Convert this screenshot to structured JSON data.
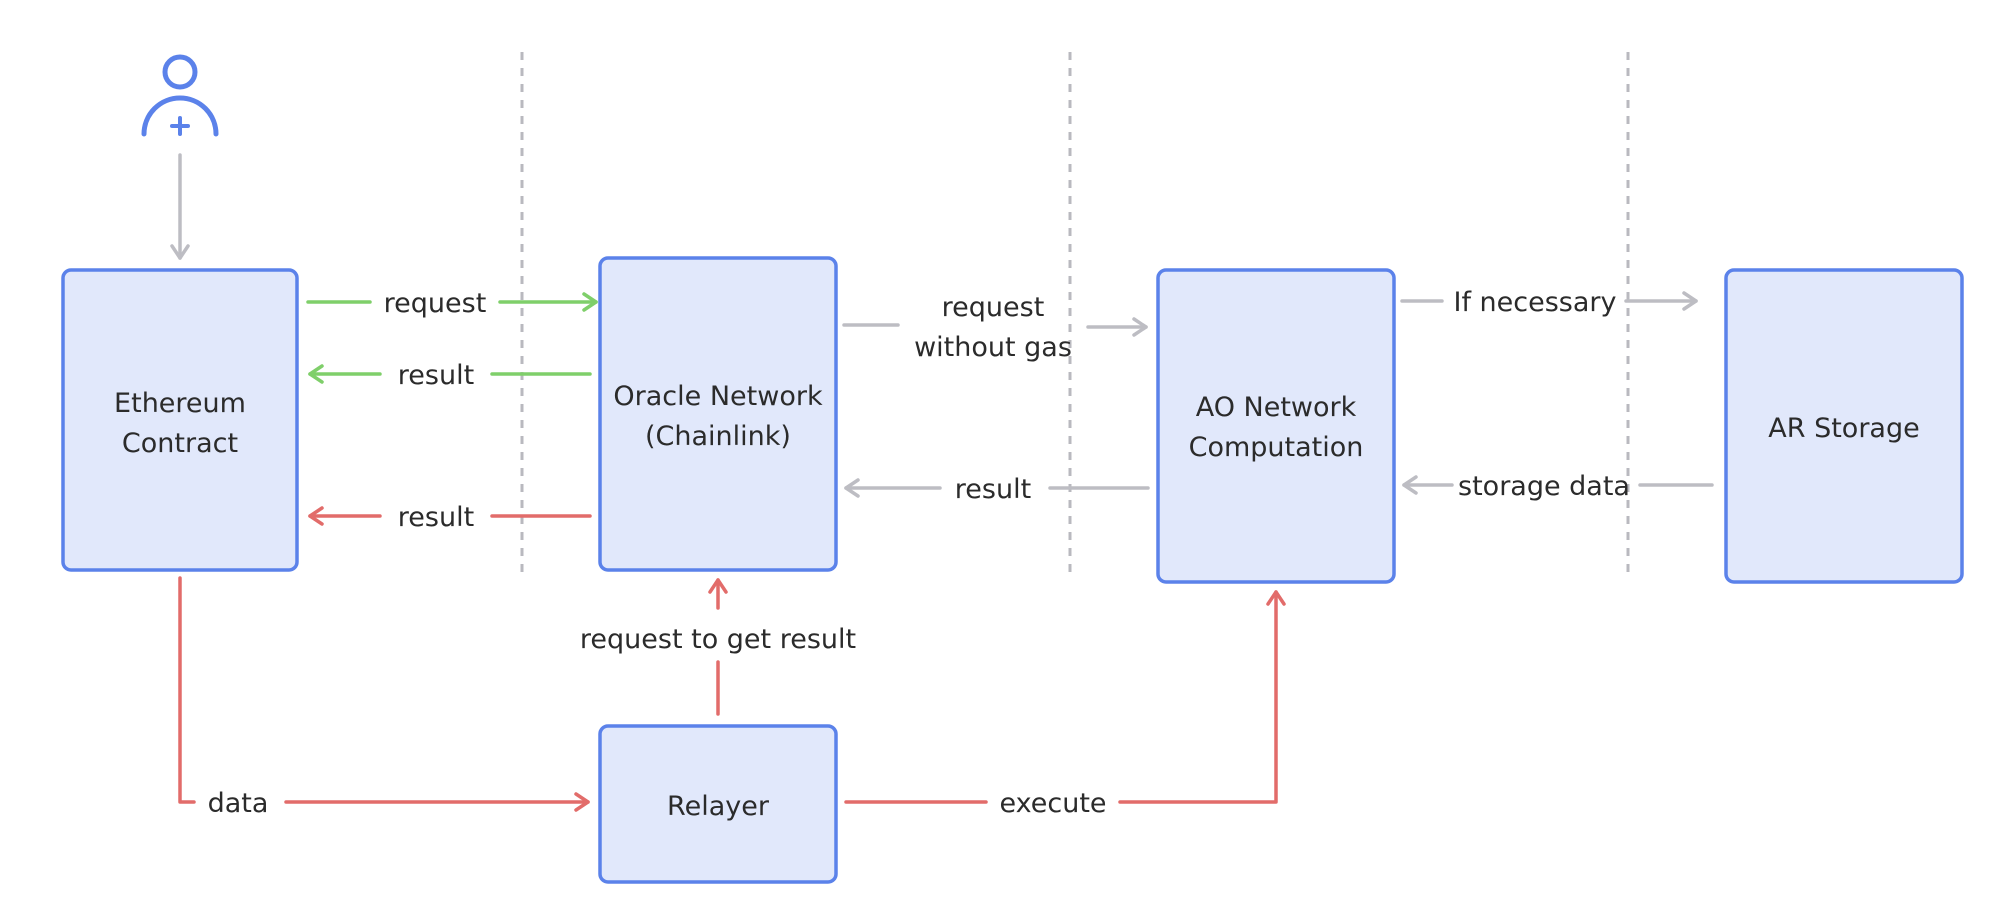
{
  "nodes": {
    "ethereum": {
      "line1": "Ethereum",
      "line2": "Contract"
    },
    "oracle": {
      "line1": "Oracle Network",
      "line2": "(Chainlink)"
    },
    "ao": {
      "line1": "AO Network",
      "line2": "Computation"
    },
    "ar": {
      "label": "AR Storage"
    },
    "relayer": {
      "label": "Relayer"
    }
  },
  "edges": {
    "request": "request",
    "result_green": "result",
    "result_red": "result",
    "request_without_gas_1": "request",
    "request_without_gas_2": "without gas",
    "result_gray": "result",
    "if_necessary": "If necessary",
    "storage_data": "storage data",
    "request_to_get_result": "request to get result",
    "data": "data",
    "execute": "execute"
  },
  "icons": {
    "user": "add-user-icon"
  },
  "colors": {
    "box_fill": "#e1e8fb",
    "box_stroke": "#5b82ea",
    "green": "#7fcf6a",
    "red": "#e26c6a",
    "gray": "#bdbdc3"
  }
}
